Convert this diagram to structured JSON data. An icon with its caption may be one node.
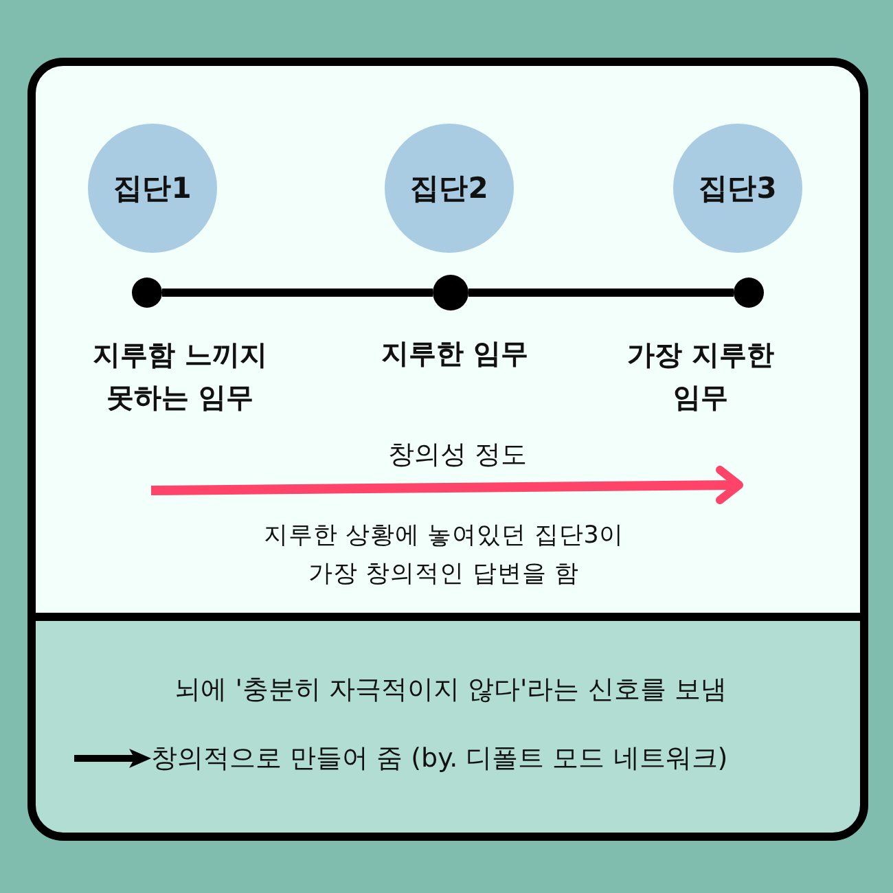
{
  "diagram": {
    "nodes": [
      {
        "text": [
          "창의성 정도",
          "지루한 상황에 놓여있던 집단3이 가장 창의적인 답변을 함"
        ]
      },
      {
        "text": [
          "집단1"
        ],
        "in": 0
      },
      {
        "text": [
          "집단2"
        ],
        "in": 0
      },
      {
        "text": [
          "집단3"
        ],
        "in": 0
      },
      {
        "text": [],
        "shape": "circle",
        "in": 0,
        "beside": [
          "지루함 느끼지 못하는 임무"
        ]
      },
      {
        "text": [],
        "shape": "circle",
        "in": 0,
        "beside": [
          "지루한 임무"
        ]
      },
      {
        "text": [],
        "shape": "circle",
        "in": 0,
        "beside": [
          "가장 지루한 임무"
        ]
      },
      {
        "text": [
          "뇌에 '충분히 자극적이지 않다'라는 신호를 보냄"
        ]
      },
      {
        "text": [
          "창의적으로 만들어 줌 (by. 디폴트 모드 네트워크)"
        ],
        "in": 7
      }
    ],
    "edges": [
      {
        "from": 4,
        "to": 5,
        "arrow": "none"
      },
      {
        "from": 5,
        "to": 6,
        "arrow": "none"
      },
      {
        "from": null,
        "to": 8,
        "arrow": "to"
      }
    ]
  }
}
